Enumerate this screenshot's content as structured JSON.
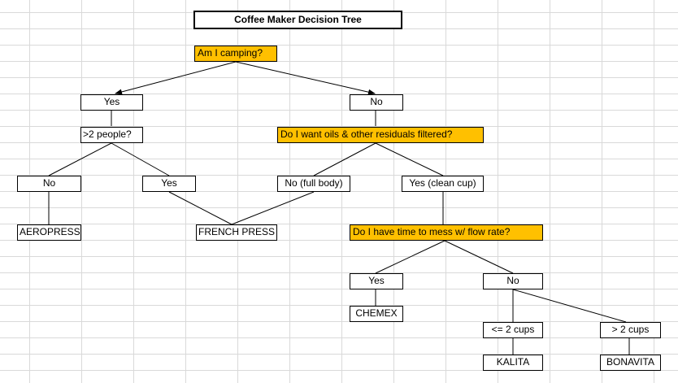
{
  "title": "Coffee Maker Decision Tree",
  "nodes": {
    "q_camping": "Am I camping?",
    "camping_yes": "Yes",
    "camping_no": "No",
    "q_people": ">2 people?",
    "people_no": "No",
    "people_yes": "Yes",
    "aeropress": "AEROPRESS",
    "french_press": "FRENCH PRESS",
    "q_oils": "Do I want oils & other residuals filtered?",
    "oils_no": "No (full body)",
    "oils_yes": "Yes (clean cup)",
    "q_flow": "Do I have time to mess w/ flow rate?",
    "flow_yes": "Yes",
    "flow_no": "No",
    "chemex": "CHEMEX",
    "cups_small": "<= 2 cups",
    "cups_large": "> 2 cups",
    "kalita": "KALITA",
    "bonavita": "BONAVITA"
  }
}
